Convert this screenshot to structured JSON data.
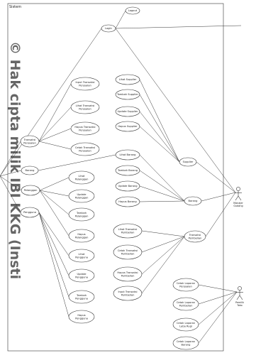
{
  "system": {
    "label": "Sistem"
  },
  "actors": {
    "manajer_gudang": [
      "Manajer",
      "Gudang"
    ],
    "pemilik": [
      "Pemilik",
      "Toko"
    ]
  },
  "use_cases": {
    "login": [
      "Login"
    ],
    "logout": [
      "Logout"
    ],
    "transaksi_penjualan": [
      "Transaksi",
      "Penjualan"
    ],
    "barang_left": [
      "Barang"
    ],
    "pelanggan": [
      "Pelanggan"
    ],
    "pengguna": [
      "Pengguna"
    ],
    "input_transaksi_penjualan": [
      "Input Transaksi",
      "Penjualan"
    ],
    "lihat_transaksi_penjualan": [
      "Lihat Transaksi",
      "Penjualan"
    ],
    "hapus_transaksi_penjualan": [
      "Hapus Transaksi",
      "Penjualan"
    ],
    "cetak_transaksi_penjualan": [
      "Cetak Transaksi",
      "Penjualan"
    ],
    "lihat_pelanggan": [
      "Lihat",
      "Pelanggan"
    ],
    "update_pelanggan": [
      "Update",
      "Pelanggan"
    ],
    "tambah_pelanggan": [
      "Tambah",
      "Pelanggan"
    ],
    "hapus_pelanggan": [
      "Hapus",
      "Pelanggan"
    ],
    "lihat_pengguna": [
      "Lihat",
      "Pengguna"
    ],
    "update_pengguna": [
      "Update",
      "Pengguna"
    ],
    "tambah_pengguna": [
      "Tambah",
      "Pengguna"
    ],
    "hapus_pengguna": [
      "Hapus",
      "Pengguna"
    ],
    "lihat_supplier": [
      "Lihat Supplier"
    ],
    "tambah_supplier": [
      "Tambah Supplier"
    ],
    "update_supplier": [
      "Update Supplier"
    ],
    "hapus_supplier": [
      "Hapus Supplier"
    ],
    "supplier": [
      "Supplier"
    ],
    "lihat_barang": [
      "Lihat Barang"
    ],
    "tambah_barang": [
      "Tambah Barang"
    ],
    "update_barang": [
      "Update Barang"
    ],
    "hapus_barang": [
      "Hapus Barang"
    ],
    "barang_right": [
      "Barang"
    ],
    "transaksi_pembelian": [
      "Transaksi",
      "Pembelian"
    ],
    "lihat_transaksi_pembelian": [
      "Lihat Transaksi",
      "Pembelian"
    ],
    "cetak_transaksi_pembelian": [
      "Cetak Transaksi",
      "Pembelian"
    ],
    "hapus_transaksi_pembelian": [
      "Hapus Transaksi",
      "Pembelian"
    ],
    "input_transaksi_pembelian": [
      "Input Transaksi",
      "Pembelian"
    ],
    "cetak_laporan_penjualan": [
      "Cetak Laporan",
      "Penjualan"
    ],
    "cetak_laporan_pembelian": [
      "Cetak Laporan",
      "Pembelian"
    ],
    "cetak_laporan_laba_rugi": [
      "Cetak Laporan",
      "Laba Rugi"
    ],
    "cetak_laporan_barang": [
      "Cetak Laporan",
      "Barang"
    ]
  },
  "watermark": "© Hak cipta milik IBI KKG (Insti"
}
